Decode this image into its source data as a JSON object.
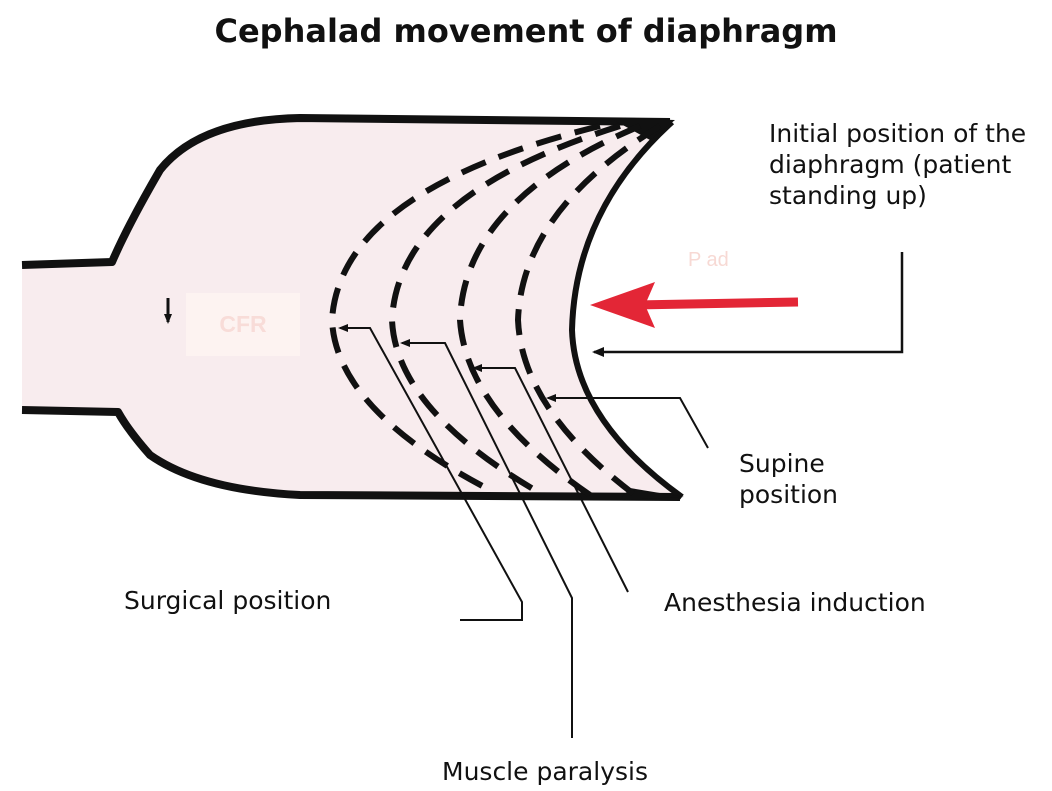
{
  "title": "Cephalad movement of diaphragm",
  "labels": {
    "initial_position": "Initial position of the diaphragm (patient standing up)",
    "supine_position": "Supine position",
    "surgical_position": "Surgical position",
    "anesthesia_induction": "Anesthesia induction",
    "muscle_paralysis": "Muscle paralysis",
    "cfr": "CFR",
    "p_ad": "P ad"
  },
  "colors": {
    "fill": "#f8ecee",
    "outline": "#111111",
    "arrow": "#e32636",
    "faint_label": "#f7d9d4"
  }
}
